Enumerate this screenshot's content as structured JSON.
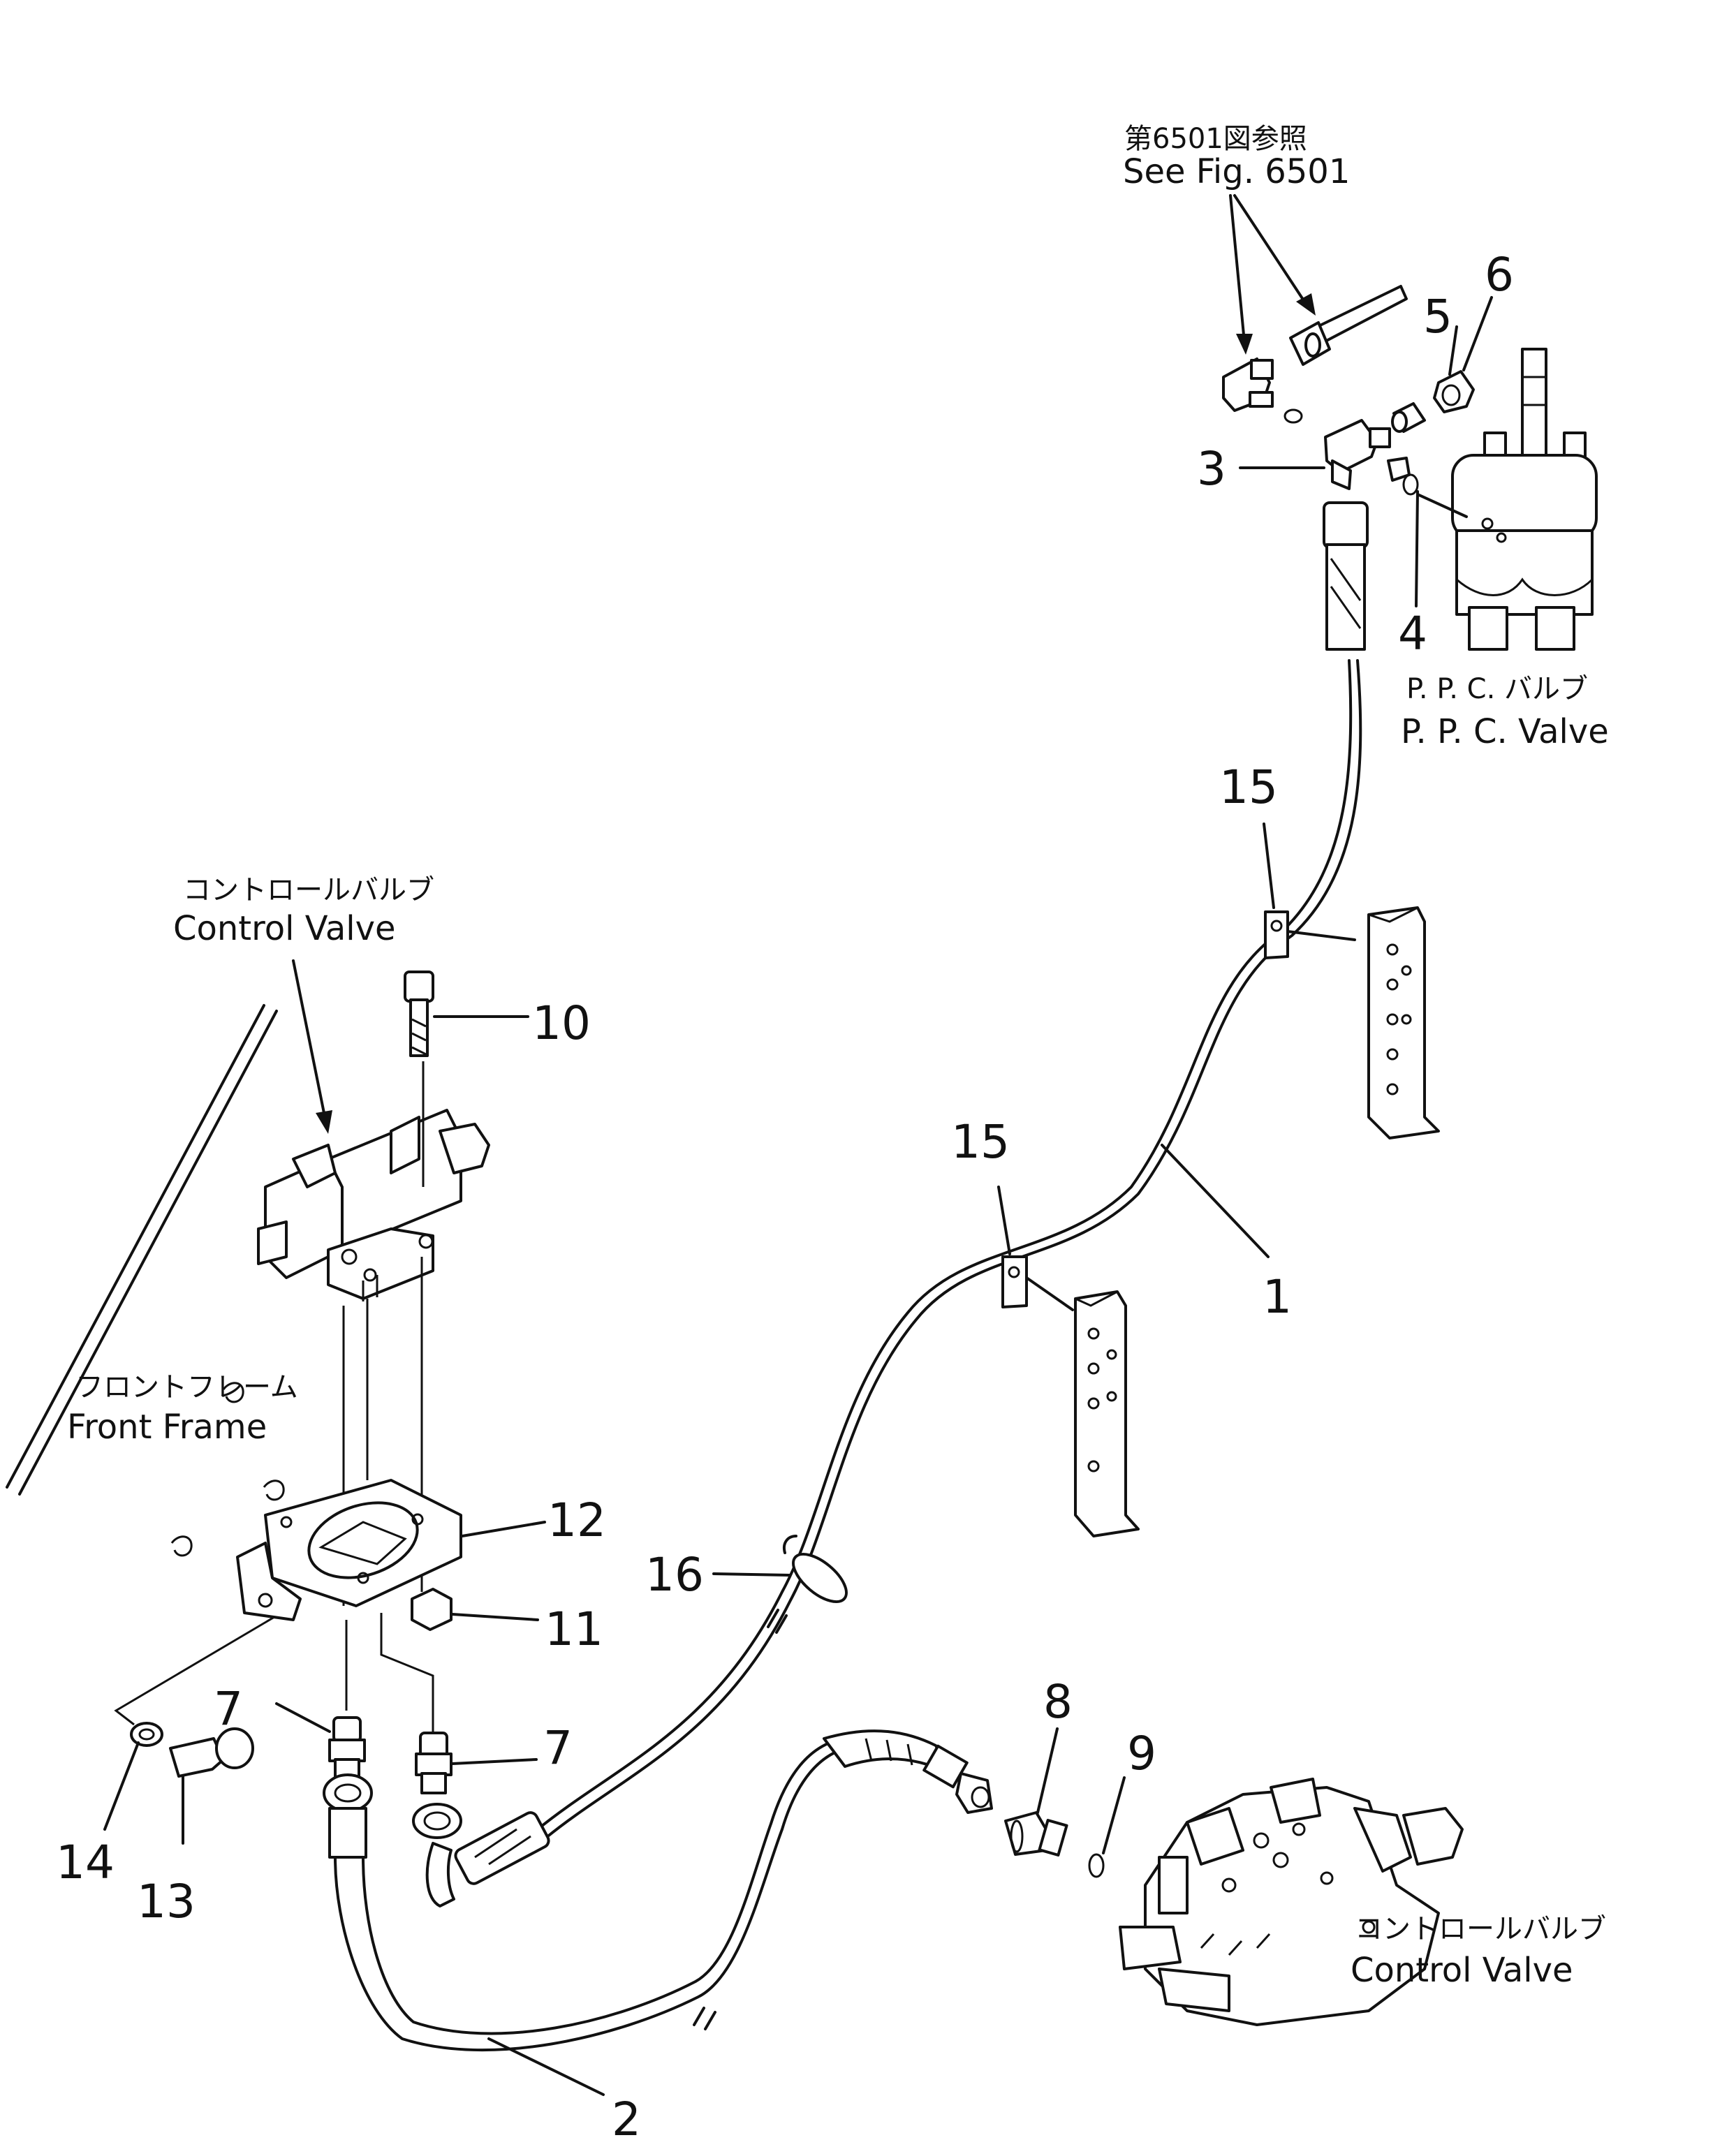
{
  "notes": {
    "see_fig_jp": "第6501図参照",
    "see_fig_en": "See Fig. 6501"
  },
  "labels": {
    "ppc_valve_jp": "P. P. C. バルブ",
    "ppc_valve_en": "P. P. C. Valve",
    "control_valve_top_jp": "コントロールバルブ",
    "control_valve_top_en": "Control Valve",
    "front_frame_jp": "フロントフレーム",
    "front_frame_en": "Front Frame",
    "control_valve_bottom_jp": "コントロールバルブ",
    "control_valve_bottom_en": "Control Valve"
  },
  "callouts": {
    "c1": "1",
    "c2": "2",
    "c3": "3",
    "c4": "4",
    "c5": "5",
    "c6": "6",
    "c7a": "7",
    "c7b": "7",
    "c8": "8",
    "c9": "9",
    "c10": "10",
    "c11": "11",
    "c12": "12",
    "c13": "13",
    "c14": "14",
    "c15a": "15",
    "c15b": "15",
    "c16": "16"
  }
}
